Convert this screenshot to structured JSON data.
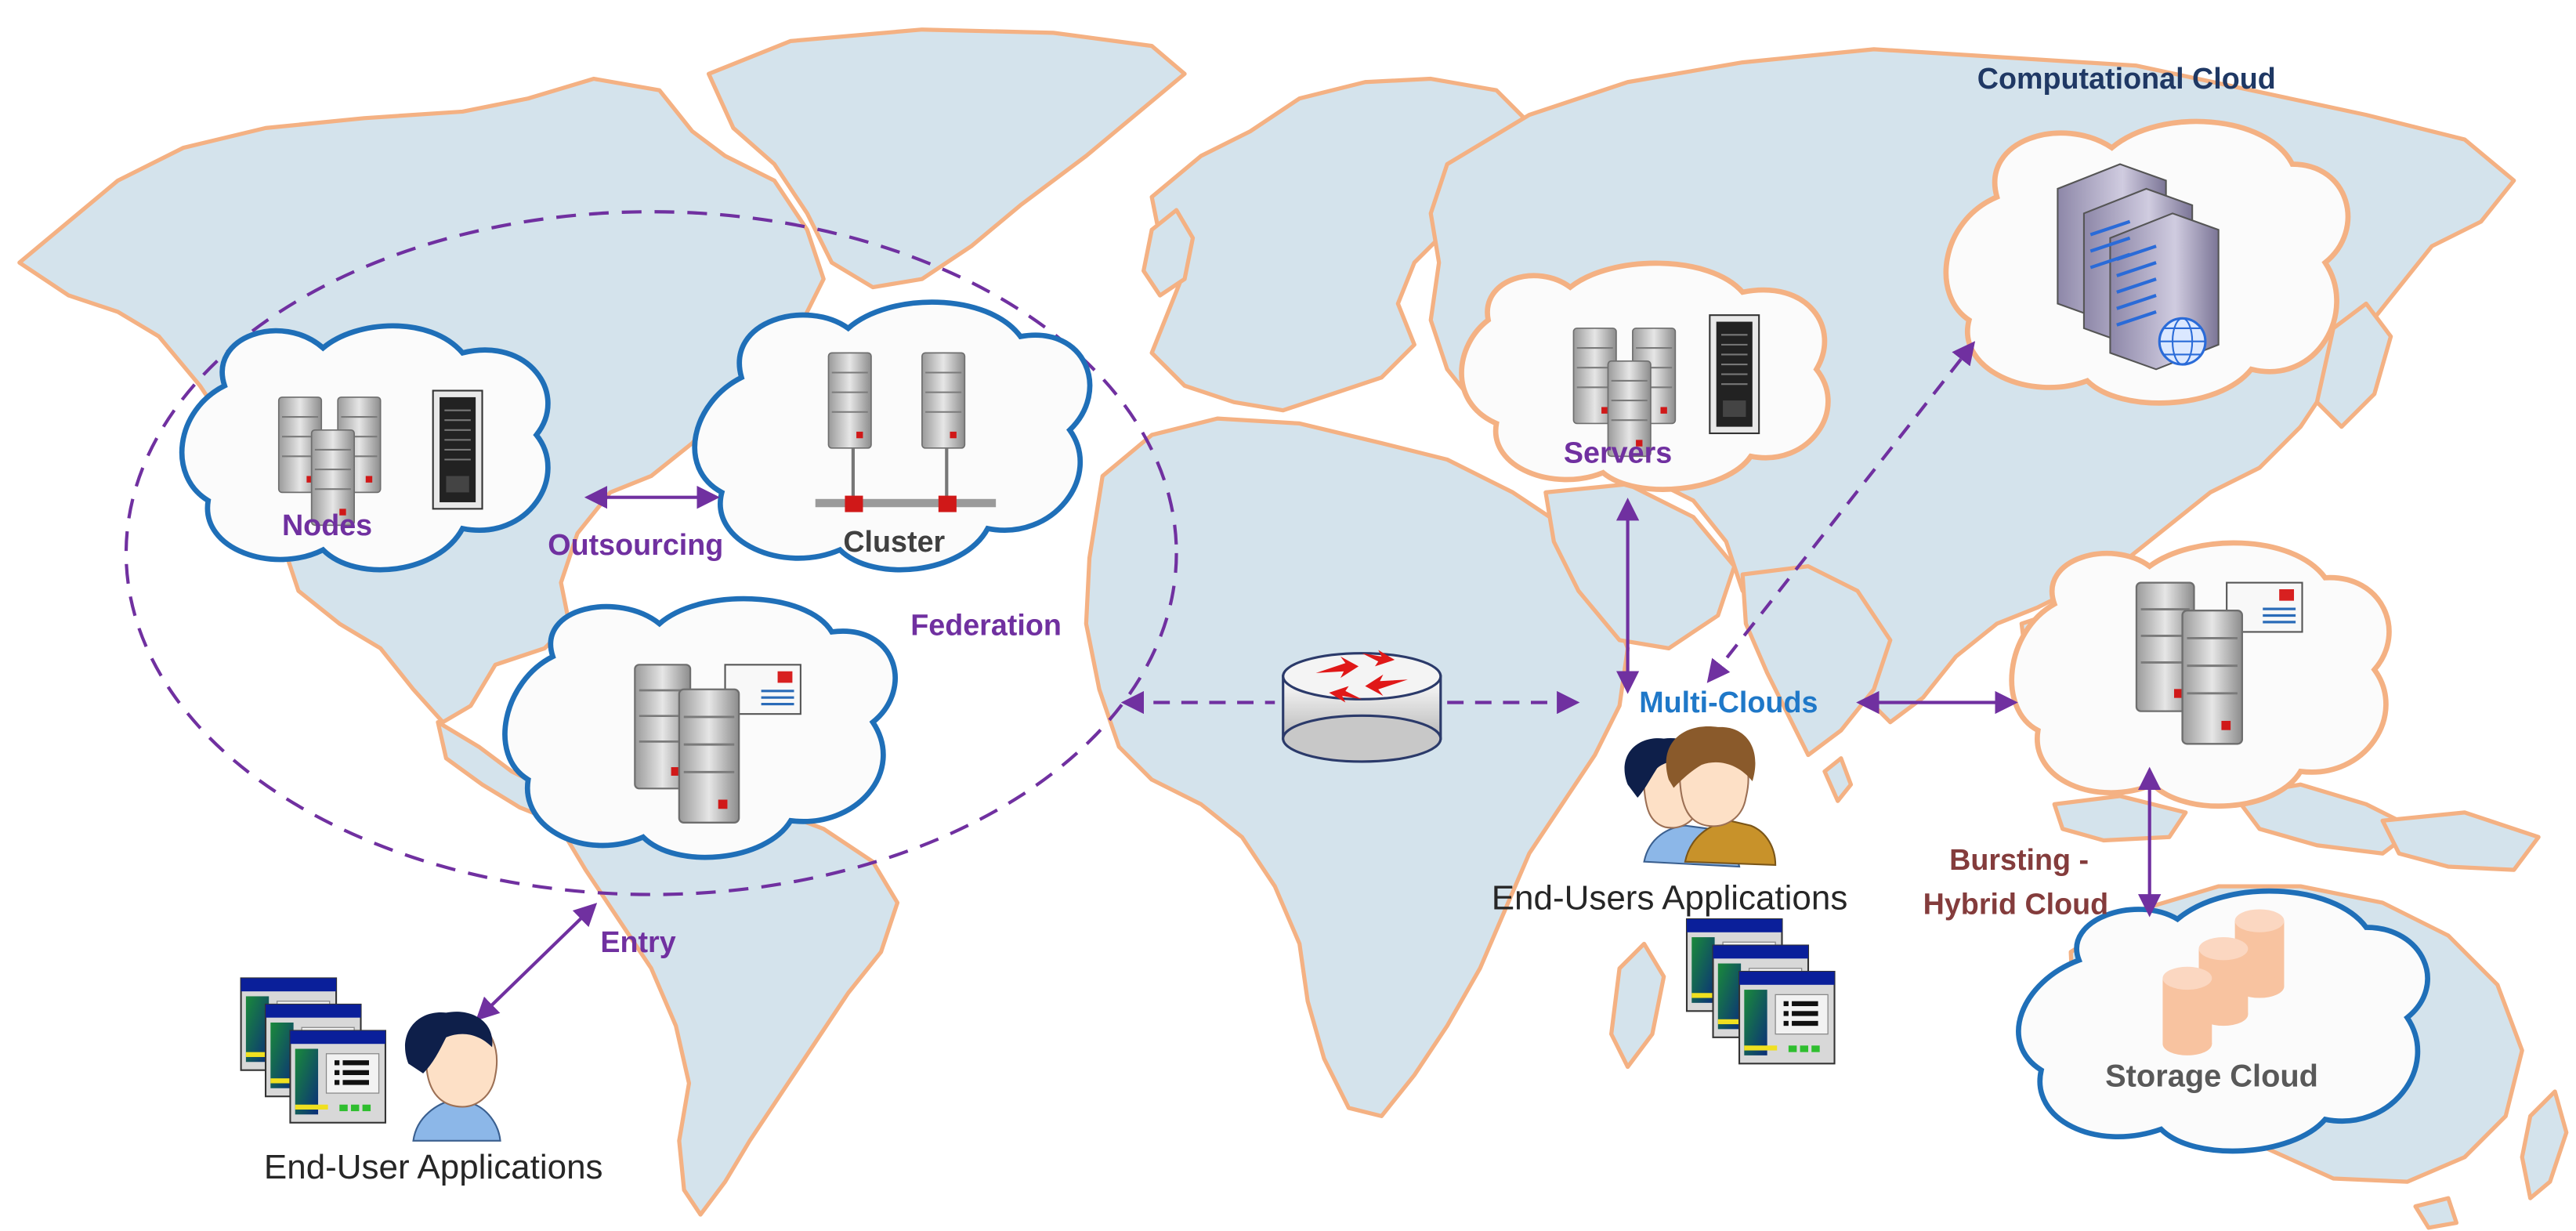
{
  "labels": {
    "nodes": "Nodes",
    "cluster": "Cluster",
    "outsourcing": "Outsourcing",
    "federation": "Federation",
    "entry": "Entry",
    "end_user_applications": "End-User Applications",
    "servers": "Servers",
    "multi_clouds": "Multi-Clouds",
    "end_users_applications": "End-Users Applications",
    "computational_cloud": "Computational Cloud",
    "bursting_line1": "Bursting -",
    "bursting_line2": "Hybrid Cloud",
    "storage_cloud": "Storage Cloud"
  },
  "colors": {
    "land": "#d4e3ec",
    "coast": "#f4b183",
    "cloud_blue": "#1f6fb8",
    "cloud_orange": "#f4b183",
    "connector": "#7030a0",
    "label_purple": "#7030a0",
    "label_blue": "#1f78c8",
    "label_navy": "#1f3864",
    "label_maroon": "#843c3c",
    "label_gray": "#404040",
    "storage_peach": "#f8c3a0"
  },
  "icons": [
    "server-rack-icon",
    "server-tower-icon",
    "mail-server-icon",
    "router-icon",
    "user-icon",
    "app-window-icon",
    "database-icon",
    "globe-icon"
  ]
}
